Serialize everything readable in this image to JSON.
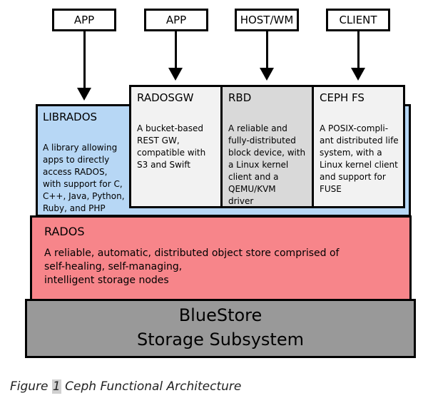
{
  "clients": [
    "APP",
    "APP",
    "HOST/WM",
    "CLIENT"
  ],
  "librados": {
    "title": "LIBRADOS",
    "desc": [
      "A library allowing",
      "apps to directly",
      "access RADOS,",
      "with support for C,",
      "C++, Java, Python,",
      "Ruby, and PHP"
    ]
  },
  "radosgw": {
    "title": "RADOSGW",
    "desc": [
      "A bucket-based",
      "REST GW,",
      "compatible with",
      "S3 and Swift"
    ]
  },
  "rbd": {
    "title": "RBD",
    "desc": [
      "A reliable and",
      "fully-distributed",
      "block device, with",
      "a Linux kernel",
      "client and a",
      "QEMU/KVM",
      "driver"
    ]
  },
  "cephfs": {
    "title": "CEPH FS",
    "desc": [
      "A POSIX-compli-",
      "ant distributed life",
      "system, with a",
      "Linux kernel client",
      "and support for",
      "FUSE"
    ]
  },
  "rados": {
    "title": "RADOS",
    "desc": [
      "A reliable, automatic, distributed object store comprised of",
      "self-healing, self-managing,",
      "intelligent storage  nodes"
    ]
  },
  "bluestore": {
    "line1": "BlueStore",
    "line2": "Storage Subsystem"
  },
  "caption": {
    "prefix": "Figure",
    "number": "1",
    "text": "Ceph Functional Architecture"
  }
}
